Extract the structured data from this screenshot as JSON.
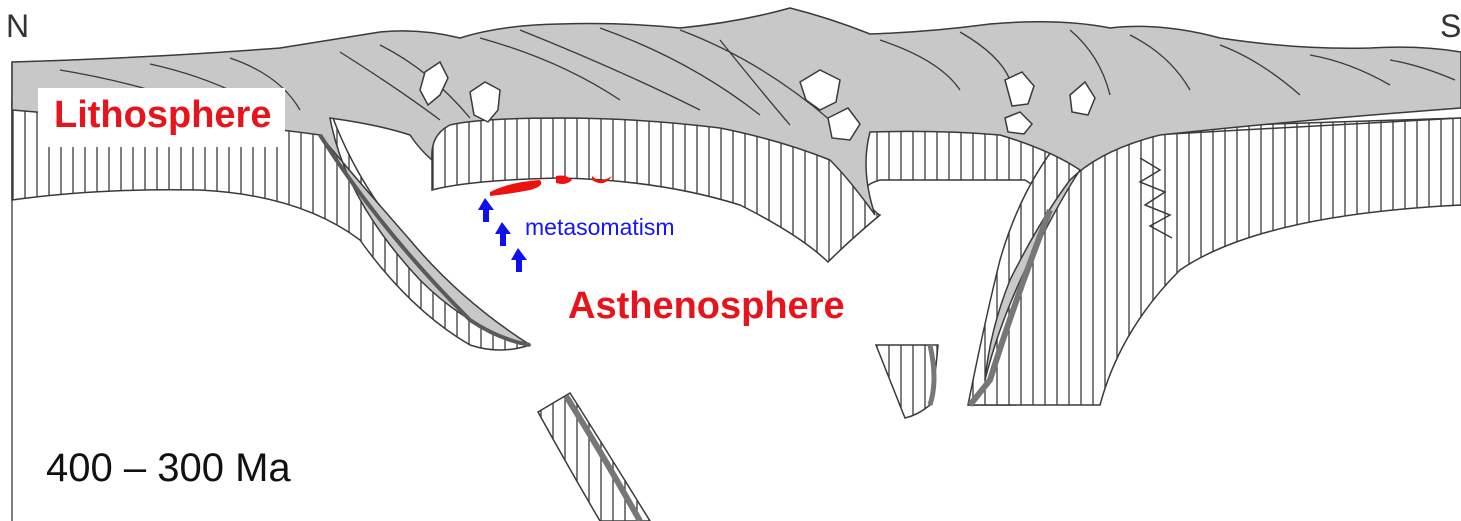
{
  "labels": {
    "north": "N",
    "south": "S",
    "lithosphere": "Lithosphere",
    "asthenosphere": "Asthenosphere",
    "metasomatism": "metasomatism",
    "age": "400 – 300 Ma"
  },
  "colors": {
    "highlight_text": "#e8141c",
    "process_text": "#1414ff",
    "crust_fill": "#c8c8c8",
    "linework": "#3a3a3a",
    "melt": "#ee1111",
    "arrows": "#1010ee"
  },
  "icons": [
    "hatched-lithospheric-mantle",
    "crustal-wedge",
    "granite-pluton",
    "melt-lens",
    "upward-arrow"
  ]
}
